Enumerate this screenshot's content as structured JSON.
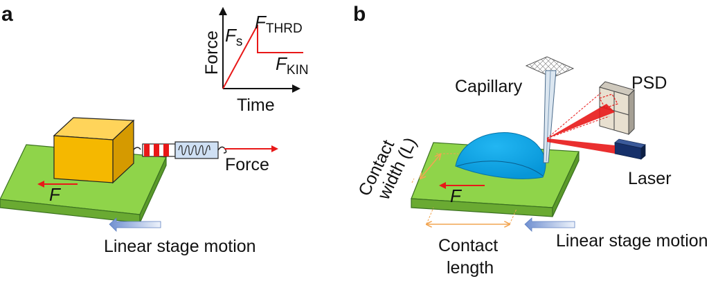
{
  "panel_a": {
    "letter": "a",
    "graph": {
      "y_axis_label": "Force",
      "x_axis_label": "Time",
      "fs_main": "F",
      "fs_sub": "s",
      "fthrd_main": "F",
      "fthrd_sub": "THRD",
      "fkin_main": "F",
      "fkin_sub": "KIN"
    },
    "force_label": "Force",
    "friction_label": "F",
    "stage_motion_label": "Linear stage motion"
  },
  "panel_b": {
    "letter": "b",
    "capillary_label": "Capillary",
    "psd_label": "PSD",
    "laser_label": "Laser",
    "contact_width_line1": "Contact",
    "contact_width_line2": "width (L)",
    "contact_length_line1": "Contact",
    "contact_length_line2": "length",
    "friction_label": "F",
    "stage_motion_label": "Linear stage motion"
  },
  "colors": {
    "platform_top": "#8fd44a",
    "platform_side": "#6aaa32",
    "block_front": "#f5b800",
    "droplet": "#0aa7ea",
    "arrow_red": "#e81818",
    "dimension_orange": "#f2a552",
    "stage_arrow": "#b7cce8"
  }
}
